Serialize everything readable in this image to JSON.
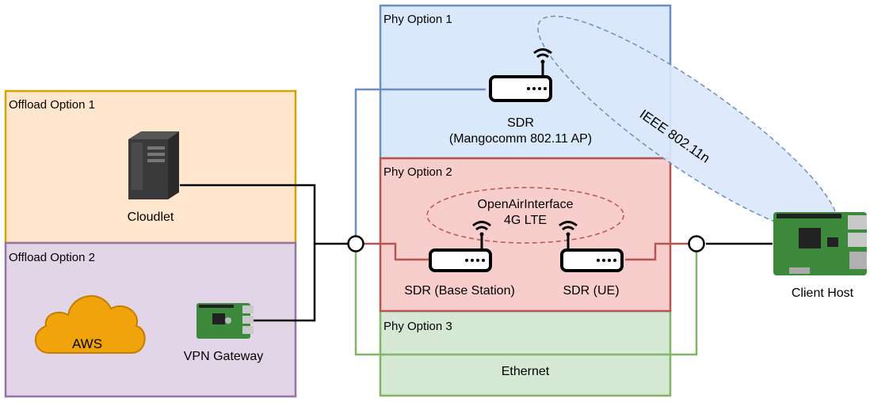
{
  "regions": {
    "offload1": {
      "label": "Offload Option 1",
      "fill": "#ffe6cc",
      "stroke": "#d6a200"
    },
    "offload2": {
      "label": "Offload Option 2",
      "fill": "#e1d5e7",
      "stroke": "#9673a6"
    },
    "phy1": {
      "label": "Phy Option 1",
      "fill": "#dae8fc",
      "stroke": "#6c8ebf"
    },
    "phy2": {
      "label": "Phy Option 2",
      "fill": "#f8cecc",
      "stroke": "#b85450"
    },
    "phy3": {
      "label": "Phy Option 3",
      "fill": "#d5e8d4",
      "stroke": "#82b366"
    }
  },
  "nodes": {
    "cloudlet": {
      "label": "Cloudlet",
      "icon": "server-tower-icon"
    },
    "aws": {
      "label": "AWS",
      "icon": "cloud-icon",
      "fill": "#f0a30a"
    },
    "vpn_gateway": {
      "label": "VPN Gateway",
      "icon": "raspberry-pi-board-icon"
    },
    "sdr_ap": {
      "line1": "SDR",
      "line2": "(Mangocomm 802.11 AP)",
      "icon": "wireless-router-icon"
    },
    "sdr_bs": {
      "label": "SDR (Base Station)",
      "icon": "wireless-router-icon"
    },
    "sdr_ue": {
      "label": "SDR (UE)",
      "icon": "wireless-router-icon"
    },
    "client_host": {
      "label": "Client Host",
      "icon": "raspberry-pi-board-icon"
    }
  },
  "links": {
    "openair": {
      "line1": "OpenAirInterface",
      "line2": "4G LTE"
    },
    "wifi": {
      "label": "IEEE 802.11n"
    },
    "ethernet": {
      "label": "Ethernet"
    }
  },
  "colors": {
    "link_blue": "#6c8ebf",
    "link_red": "#b85450",
    "link_green": "#82b366",
    "link_black": "#000000"
  }
}
